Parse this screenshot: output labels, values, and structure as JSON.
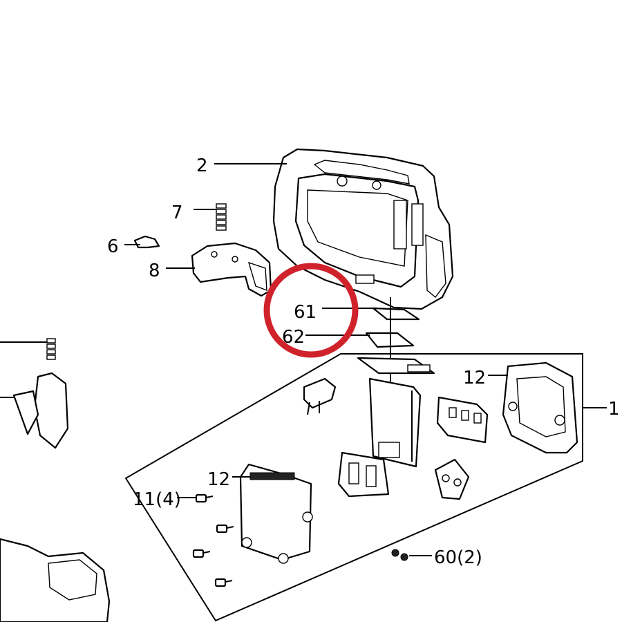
{
  "labels": {
    "l1": "1",
    "l2": "2",
    "l6": "6",
    "l7": "7",
    "l8": "8",
    "l11": "11(4)",
    "l12a": "12",
    "l12b": "12",
    "l60": "60(2)",
    "l61": "61",
    "l62": "62"
  },
  "colors": {
    "highlight": "#d0222b",
    "ink": "#000000",
    "background": "#ffffff"
  }
}
